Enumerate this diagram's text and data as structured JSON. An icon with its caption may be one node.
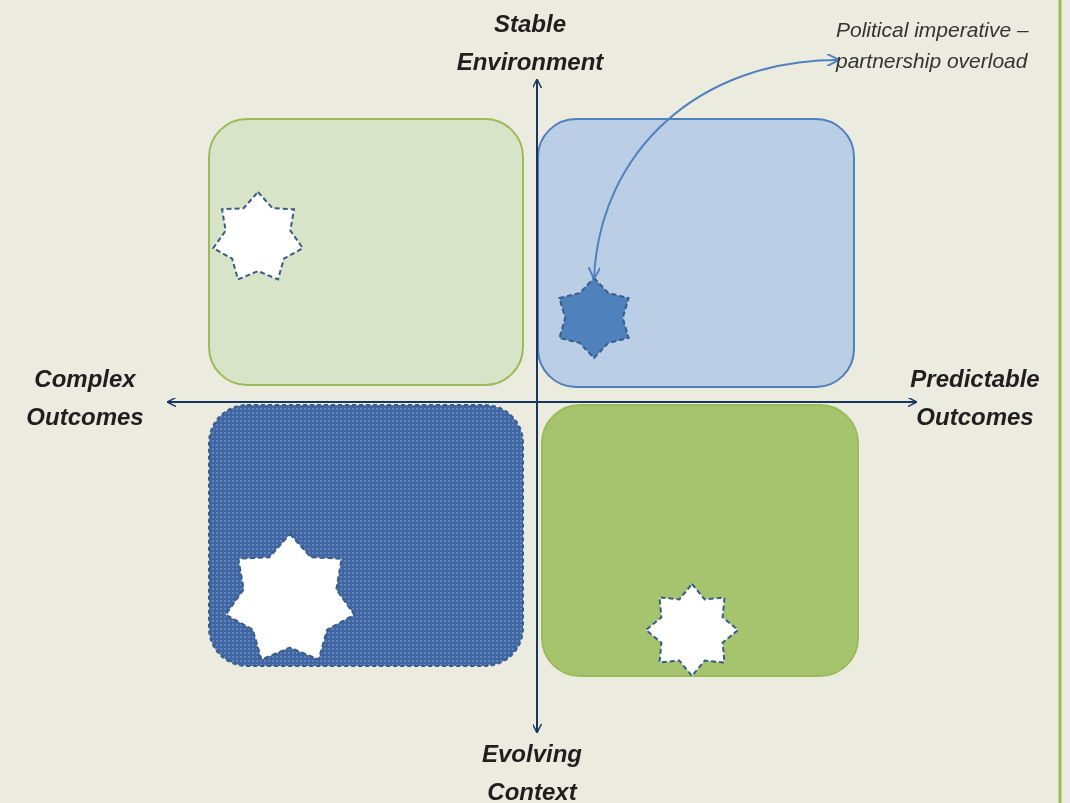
{
  "diagram": {
    "nodes": [
      {
        "text": [],
        "shape": "box"
      },
      {
        "text": [],
        "shape": "star",
        "in": 0
      },
      {
        "text": [],
        "shape": "box"
      },
      {
        "text": [],
        "shape": "star",
        "in": 2
      },
      {
        "text": [],
        "shape": "box"
      },
      {
        "text": [],
        "shape": "star",
        "in": 4
      },
      {
        "text": [],
        "shape": "box"
      },
      {
        "text": [],
        "shape": "star",
        "in": 6
      },
      {
        "text": [
          "Political imperative – partnership overload"
        ]
      }
    ],
    "edges": [
      {
        "from": 8,
        "to": 3,
        "arrow": "both"
      }
    ],
    "labels": [
      "Stable Environment",
      "Complex Outcomes",
      "Predictable Outcomes",
      "Evolving Context"
    ]
  }
}
